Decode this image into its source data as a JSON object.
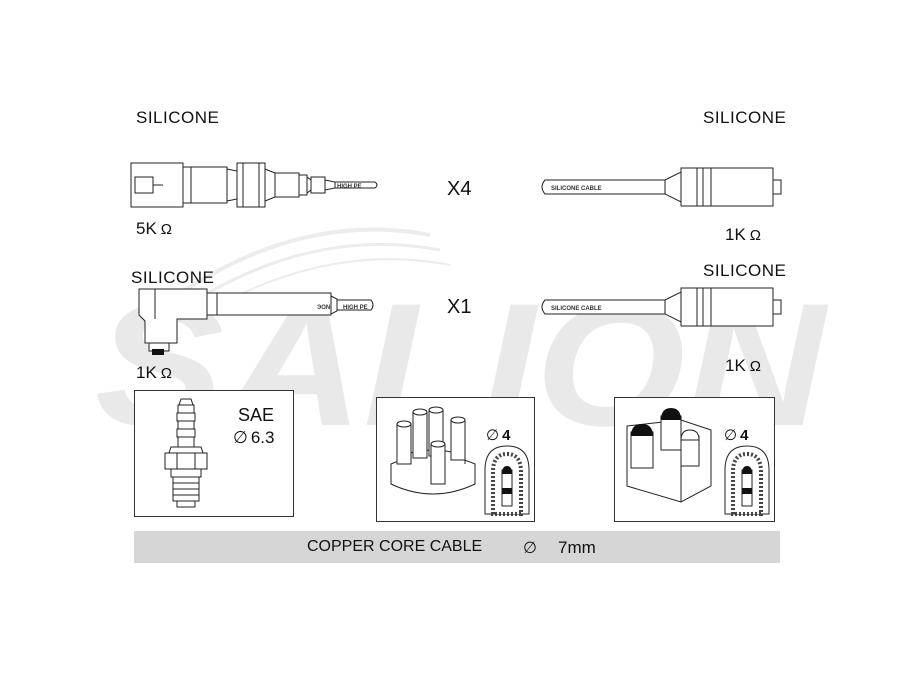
{
  "watermark": "SALION",
  "labels": {
    "top_left": "SILICONE",
    "top_right": "SILICONE",
    "mid_left": "SILICONE",
    "mid_right": "SILICONE"
  },
  "quantities": {
    "top": "X4",
    "mid": "X1"
  },
  "resistances": {
    "top_left": "5K",
    "top_right": "1K",
    "mid_left": "1K",
    "mid_right": "1K",
    "unit": "Ω"
  },
  "cable_prints": {
    "high": "HIGH PE",
    "high_mirrored": "ЭОN",
    "silicone": "SILICONE CABLE"
  },
  "boxes": {
    "spark_plug": {
      "title": "SAE",
      "size": "6.3",
      "symbol": "∅"
    },
    "distributor": {
      "size": "4",
      "symbol": "∅"
    },
    "coil": {
      "size": "4",
      "symbol": "∅"
    }
  },
  "banner": {
    "text": "COPPER CORE CABLE",
    "symbol": "∅",
    "diameter": "7mm"
  }
}
